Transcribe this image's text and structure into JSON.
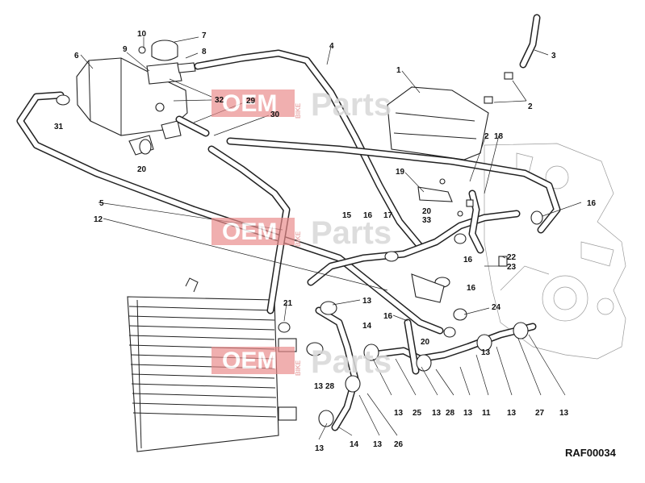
{
  "diagram_code": "RAF00034",
  "watermark": {
    "oem": "OEM",
    "bike": "BIKE",
    "parts": "Parts"
  },
  "callouts": [
    {
      "id": "c1",
      "text": "1"
    },
    {
      "id": "c2a",
      "text": "2"
    },
    {
      "id": "c2b",
      "text": "2"
    },
    {
      "id": "c3",
      "text": "3"
    },
    {
      "id": "c4",
      "text": "4"
    },
    {
      "id": "c5",
      "text": "5"
    },
    {
      "id": "c6",
      "text": "6"
    },
    {
      "id": "c7",
      "text": "7"
    },
    {
      "id": "c8",
      "text": "8"
    },
    {
      "id": "c9",
      "text": "9"
    },
    {
      "id": "c10",
      "text": "10"
    },
    {
      "id": "c11",
      "text": "11"
    },
    {
      "id": "c12",
      "text": "12"
    },
    {
      "id": "c13a",
      "text": "13"
    },
    {
      "id": "c13b",
      "text": "13"
    },
    {
      "id": "c13c",
      "text": "13"
    },
    {
      "id": "c13d",
      "text": "13"
    },
    {
      "id": "c13e",
      "text": "13"
    },
    {
      "id": "c13f",
      "text": "13"
    },
    {
      "id": "c13g",
      "text": "13"
    },
    {
      "id": "c13h",
      "text": "13"
    },
    {
      "id": "c13i",
      "text": "13"
    },
    {
      "id": "c13j",
      "text": "13"
    },
    {
      "id": "c14a",
      "text": "14"
    },
    {
      "id": "c14b",
      "text": "14"
    },
    {
      "id": "c15",
      "text": "15"
    },
    {
      "id": "c16a",
      "text": "16"
    },
    {
      "id": "c16b",
      "text": "16"
    },
    {
      "id": "c16c",
      "text": "16"
    },
    {
      "id": "c16d",
      "text": "16"
    },
    {
      "id": "c16e",
      "text": "16"
    },
    {
      "id": "c17",
      "text": "17"
    },
    {
      "id": "c18",
      "text": "18"
    },
    {
      "id": "c19",
      "text": "19"
    },
    {
      "id": "c20a",
      "text": "20"
    },
    {
      "id": "c20b",
      "text": "20"
    },
    {
      "id": "c20c",
      "text": "20"
    },
    {
      "id": "c21",
      "text": "21"
    },
    {
      "id": "c22",
      "text": "22"
    },
    {
      "id": "c23",
      "text": "23"
    },
    {
      "id": "c24",
      "text": "24"
    },
    {
      "id": "c25",
      "text": "25"
    },
    {
      "id": "c26",
      "text": "26"
    },
    {
      "id": "c27",
      "text": "27"
    },
    {
      "id": "c28a",
      "text": "28"
    },
    {
      "id": "c28b",
      "text": "28"
    },
    {
      "id": "c29",
      "text": "29"
    },
    {
      "id": "c30",
      "text": "30"
    },
    {
      "id": "c31",
      "text": "31"
    },
    {
      "id": "c32",
      "text": "32"
    },
    {
      "id": "c33",
      "text": "33"
    }
  ]
}
